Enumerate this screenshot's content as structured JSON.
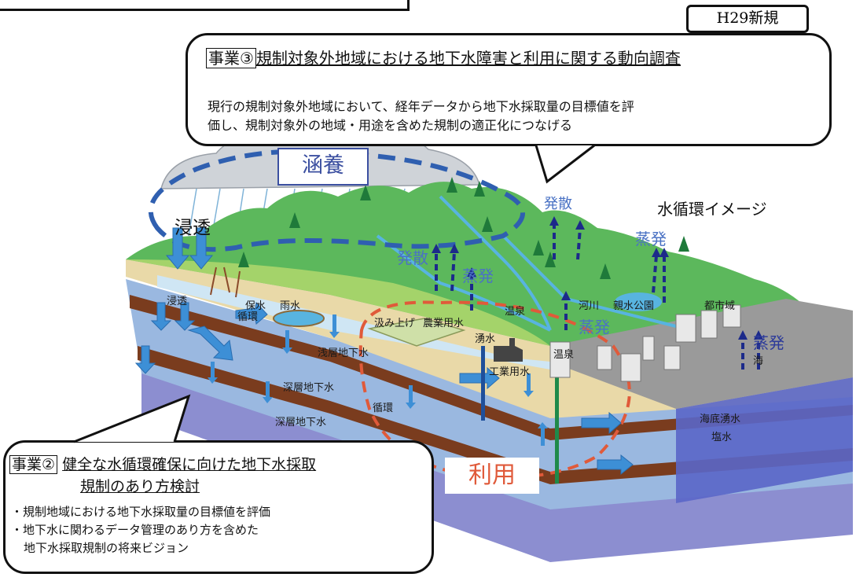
{
  "tag": "H29新規",
  "callout3": {
    "label": "事業③",
    "title": "規制対象外地域における地下水障害と利用に関する動向調査",
    "body_line1": "現行の規制対象外地域において、経年データから地下水採取量の目標値を評",
    "body_line2": "価し、規制対象外の地域・用途を含めた規制の適正化につなげる"
  },
  "callout2": {
    "label": "事業②",
    "title_line1": "健全な水循環確保に向けた地下水採取",
    "title_line2": "規制のあり方検討",
    "bullet1": "・規制地域における地下水採取量の目標値を評価",
    "bullet2": "・地下水に関わるデータ管理のあり方を含めた",
    "bullet3": "地下水採取規制の将来ビジョン"
  },
  "diagram": {
    "title": "水循環イメージ",
    "kanyou": "涵養",
    "riyou": "利用",
    "shintou_top": "浸透",
    "hassan1": "発散",
    "hassan2": "発散",
    "jouhatsu1": "蒸発",
    "jouhatsu2": "蒸発",
    "jouhatsu3": "蒸発",
    "jouhatsu4": "蒸発",
    "labels": {
      "shintou": "浸透",
      "hosui": "保水",
      "junkan_top": "循環",
      "amamizu": "雨水",
      "kumiage": "汲み上げ",
      "nougyou": "農業用水",
      "yusui": "湧水",
      "onsen1": "温泉",
      "onsen2": "温泉",
      "kasen": "河川",
      "shinsui": "親水公園",
      "toshi": "都市域",
      "senso": "浅層地下水",
      "kougyou": "工業用水",
      "shinso1": "深層地下水",
      "junkan_bottom": "循環",
      "shinso2": "深層地下水",
      "kaitei": "海底湧水",
      "umi": "海",
      "ensui": "塩水"
    }
  },
  "colors": {
    "sky_cloud": "#cfd3d8",
    "hills_green": "#5cb85c",
    "soil_tan": "#e9d9a8",
    "clay_brown": "#7a3c1e",
    "aquifer_blue": "#9ab8e0",
    "deep_purple": "#8c8ed0",
    "sea_blue": "#5a66c8",
    "flow_arrow": "#3d8fd6",
    "evap_arrow": "#1c2a8a",
    "dash_blue": "#2f5fb0",
    "dash_red": "#e05a3a",
    "river": "#58b4e0"
  }
}
